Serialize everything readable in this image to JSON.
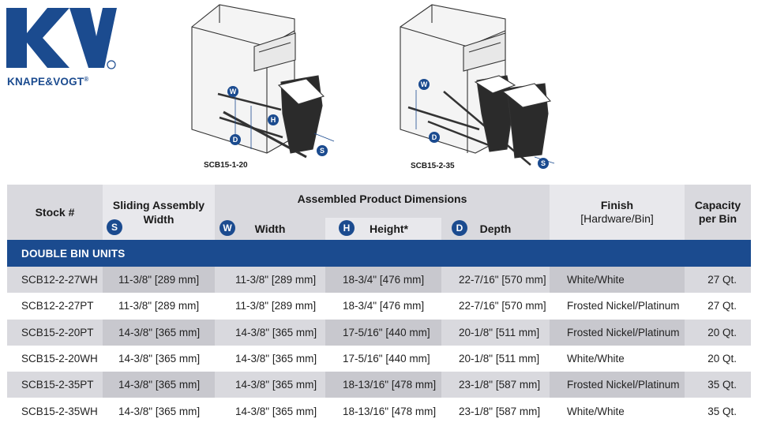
{
  "logo": {
    "wordmark": "KNAPE&VOGT",
    "registered": "®"
  },
  "diagrams": [
    {
      "label": "SCB15-1-20",
      "callouts": [
        "W",
        "H",
        "D",
        "S"
      ]
    },
    {
      "label": "SCB15-2-35",
      "callouts": [
        "W",
        "D",
        "S"
      ]
    }
  ],
  "table": {
    "headers": {
      "stock": "Stock #",
      "sliding_line1": "Sliding Assembly",
      "sliding_line2": "Width",
      "sliding_badge": "S",
      "group": "Assembled Product Dimensions",
      "width": "Width",
      "width_badge": "W",
      "height": "Height*",
      "height_badge": "H",
      "depth": "Depth",
      "depth_badge": "D",
      "finish_line1": "Finish",
      "finish_line2": "[Hardware/Bin]",
      "capacity_line1": "Capacity",
      "capacity_line2": "per Bin"
    },
    "section": "DOUBLE BIN UNITS",
    "rows": [
      {
        "stock": "SCB12-2-27WH",
        "sliding": "11-3/8\" [289 mm]",
        "width": "11-3/8\" [289 mm]",
        "height": "18-3/4\" [476 mm]",
        "depth": "22-7/16\" [570 mm]",
        "finish": "White/White",
        "capacity": "27 Qt."
      },
      {
        "stock": "SCB12-2-27PT",
        "sliding": "11-3/8\" [289 mm]",
        "width": "11-3/8\" [289 mm]",
        "height": "18-3/4\" [476 mm]",
        "depth": "22-7/16\" [570 mm]",
        "finish": "Frosted Nickel/Platinum",
        "capacity": "27 Qt."
      },
      {
        "stock": "SCB15-2-20PT",
        "sliding": "14-3/8\" [365 mm]",
        "width": "14-3/8\" [365 mm]",
        "height": "17-5/16\" [440 mm]",
        "depth": "20-1/8\" [511 mm]",
        "finish": "Frosted Nickel/Platinum",
        "capacity": "20 Qt."
      },
      {
        "stock": "SCB15-2-20WH",
        "sliding": "14-3/8\" [365 mm]",
        "width": "14-3/8\" [365 mm]",
        "height": "17-5/16\" [440 mm]",
        "depth": "20-1/8\" [511 mm]",
        "finish": "White/White",
        "capacity": "20 Qt."
      },
      {
        "stock": "SCB15-2-35PT",
        "sliding": "14-3/8\" [365 mm]",
        "width": "14-3/8\" [365 mm]",
        "height": "18-13/16\" [478 mm]",
        "depth": "23-1/8\" [587 mm]",
        "finish": "Frosted Nickel/Platinum",
        "capacity": "35 Qt."
      },
      {
        "stock": "SCB15-2-35WH",
        "sliding": "14-3/8\" [365 mm]",
        "width": "14-3/8\" [365 mm]",
        "height": "18-13/16\" [478 mm]",
        "depth": "23-1/8\" [587 mm]",
        "finish": "White/White",
        "capacity": "35 Qt."
      }
    ]
  },
  "colors": {
    "brand": "#1b4b8f",
    "header_bg": "#d9d9de",
    "row_shade": "#d9d9de"
  }
}
